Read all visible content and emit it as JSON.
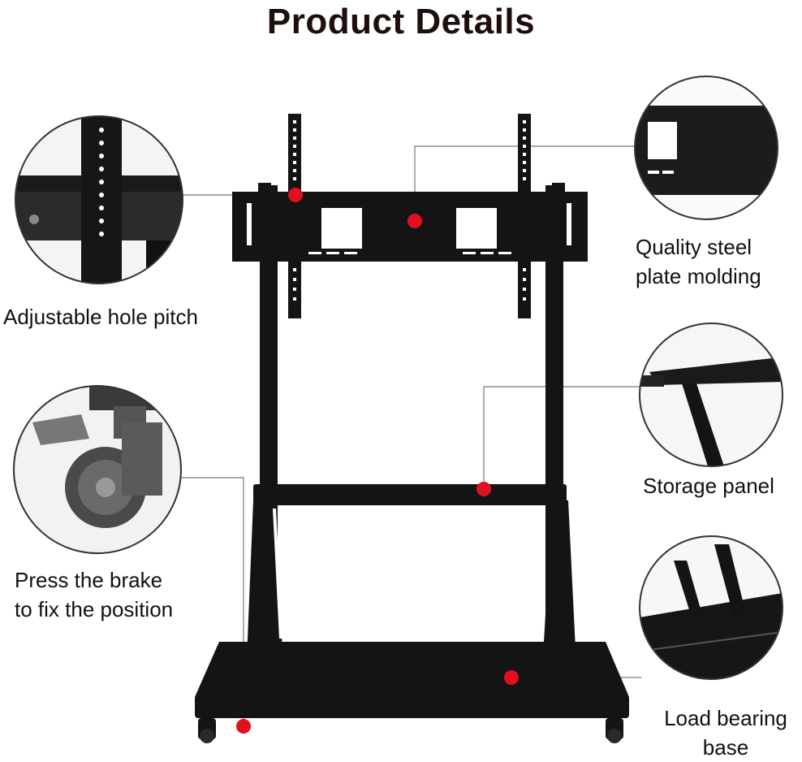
{
  "title": "Product Details",
  "labels": {
    "hole_pitch": "Adjustable hole pitch",
    "steel_line1": "Quality steel",
    "steel_line2": "plate molding",
    "storage": "Storage panel",
    "brake_line1": "Press the brake",
    "brake_line2": "to fix the position",
    "base_line1": "Load bearing",
    "base_line2": "base"
  },
  "colors": {
    "text": "#111111",
    "title": "#1e0e0e",
    "stand": "#141414",
    "marker": "#e0101e",
    "callout_line": "#777777"
  },
  "icons": [
    "red-marker-dot",
    "detail-magnifier-circle"
  ]
}
